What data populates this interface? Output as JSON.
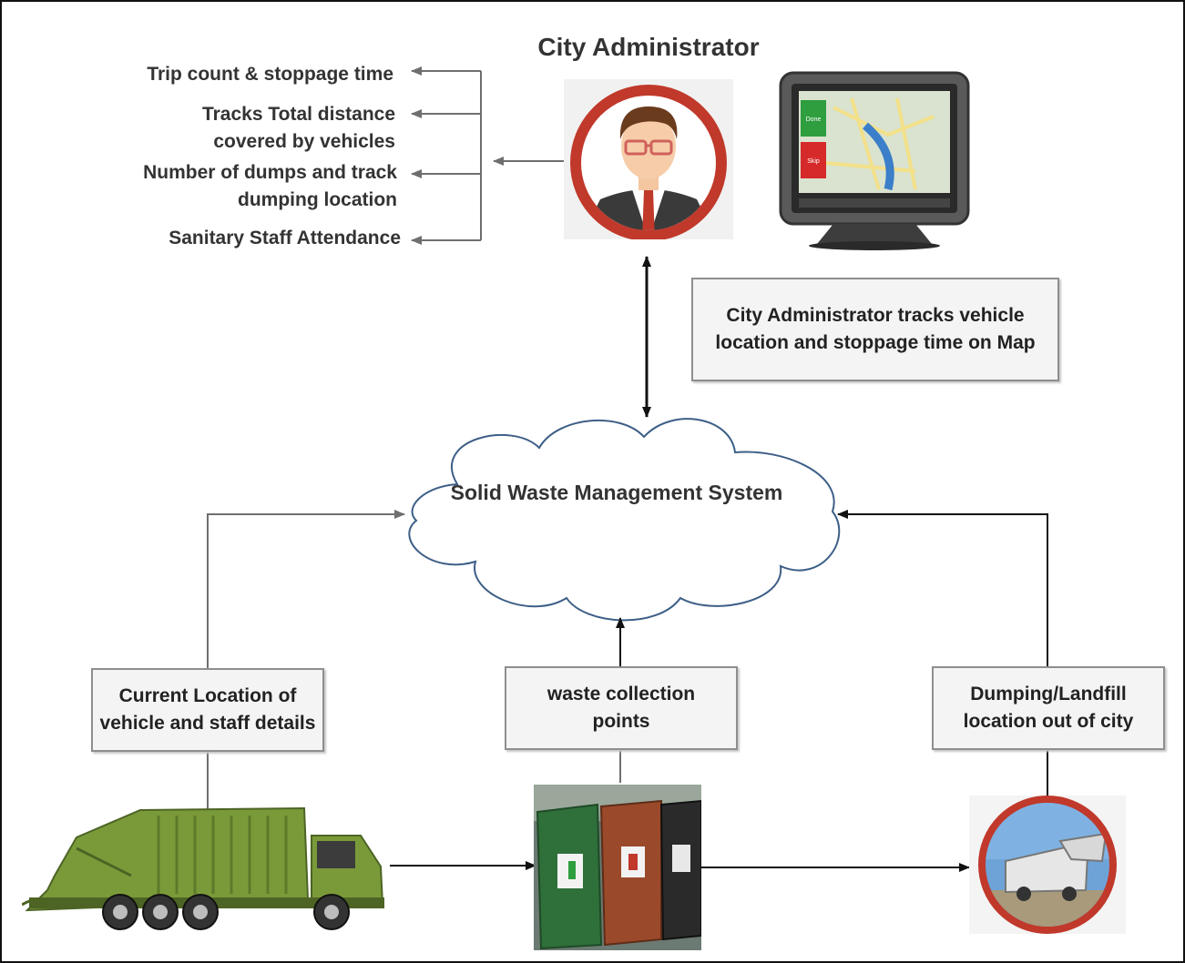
{
  "title": "City Administrator",
  "features": [
    "Trip count & stoppage time",
    "Tracks Total distance covered by vehicles",
    "Number of dumps and track dumping location",
    "Sanitary Staff Attendance"
  ],
  "tracking_note": "City Administrator tracks vehicle location and stoppage time on Map",
  "cloud_label": "Solid Waste Management System",
  "boxes": {
    "vehicle": "Current Location of vehicle and staff details",
    "collection": "waste collection points",
    "dumping": "Dumping/Landfill location out of city"
  },
  "gps_device": {
    "buttons": [
      "Done",
      "Skip"
    ],
    "colors": {
      "done": "#2e9e3e",
      "skip": "#d62a2a"
    }
  },
  "colors": {
    "truck": "#7a9a3a",
    "bin_green": "#2f6f3a",
    "bin_brown": "#9a4a2a",
    "bin_black": "#2a2a2a",
    "avatar_ring": "#c0392b",
    "tie": "#c0392b",
    "cloud_fill": "#ffffff",
    "cloud_stroke": "#3d5f87",
    "box_fill": "#f4f4f4",
    "box_border": "#8e8e8e"
  }
}
